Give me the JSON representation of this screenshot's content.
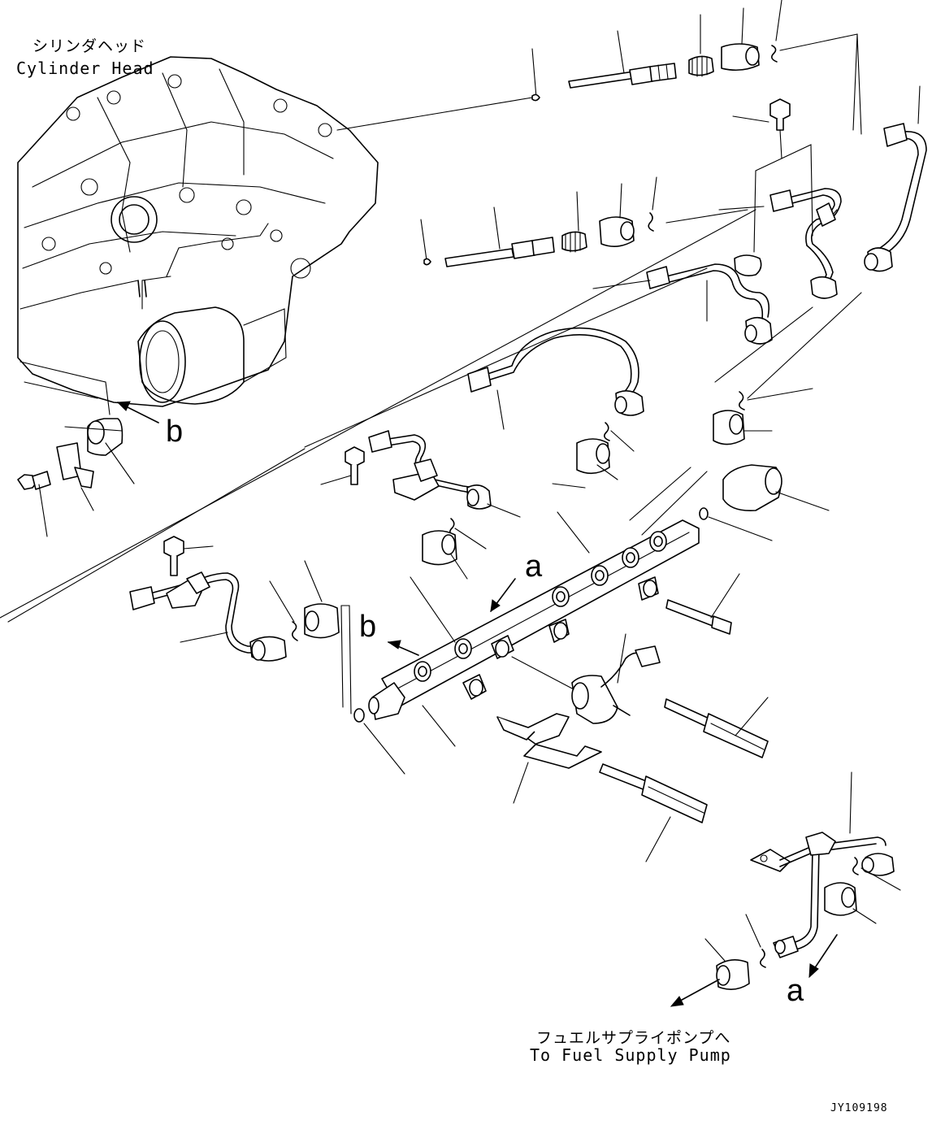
{
  "labels": {
    "cylinder_head_jp": "シリンダヘッド",
    "cylinder_head_en": "Cylinder Head",
    "fuel_pump_jp": "フュエルサプライポンプへ",
    "fuel_pump_en": "To Fuel Supply Pump",
    "drawing_code": "JY109198"
  },
  "callouts": {
    "a_upper": "a",
    "a_lower": "a",
    "b_upper": "b",
    "b_lower": "b"
  }
}
